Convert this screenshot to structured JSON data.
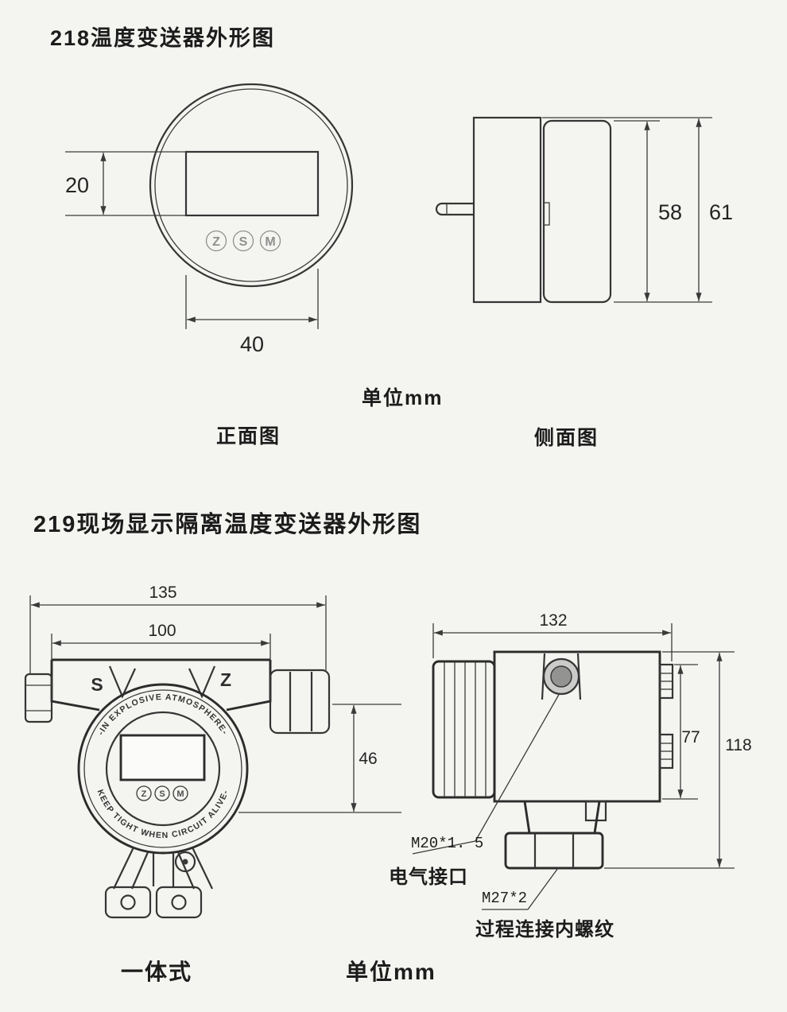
{
  "page": {
    "background": "#f4f4f1",
    "line_color": "#3a3a3a"
  },
  "section_218": {
    "title": "218温度变送器外形图",
    "unit_label": "单位mm",
    "front_view_label": "正面图",
    "side_view_label": "侧面图",
    "buttons": {
      "z": "Z",
      "s": "S",
      "m": "M"
    },
    "dims": {
      "display_height_mm": "20",
      "display_width_mm": "40",
      "housing_depth_mm": "58",
      "housing_height_mm": "61"
    }
  },
  "section_219": {
    "title": "219现场显示隔离温度变送器外形图",
    "unit_label": "单位mm",
    "mount_type_label": "一体式",
    "wing_left": "S",
    "wing_right": "Z",
    "ring_text_top": "-IN EXPLOSIVE ATMOSPHERE-",
    "ring_text_bottom": "KEEP TIGHT WHEN CIRCUIT ALIVE-",
    "buttons": {
      "z": "Z",
      "s": "S",
      "m": "M"
    },
    "dims": {
      "overall_width_mm": "135",
      "cover_width_mm": "100",
      "window_height_mm": "46",
      "side_length_mm": "132",
      "body_height_mm": "77",
      "overall_height_mm": "118"
    },
    "annotations": {
      "electrical_thread": "M20*1. 5",
      "electrical_port": "电气接口",
      "process_thread": "M27*2",
      "process_connection": "过程连接内螺纹"
    }
  }
}
